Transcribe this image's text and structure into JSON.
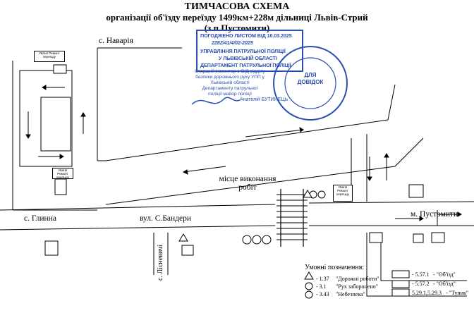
{
  "title": "ТИМЧАСОВА СХЕМА",
  "subtitle": "організації об'їзду переїзду 1499км+228м дільниці Львів-Стрий",
  "subtitle2": "(з.п.Пустомити)",
  "places": {
    "navariia": "с. Наварія",
    "hlynna": "с. Глинна",
    "bandery": "вул. С.Бандери",
    "pustomyty": "м. Пустомити",
    "lisnevychi": "с. Лісневичі"
  },
  "work_site": {
    "line1": "місце виконання",
    "line2": "робіт"
  },
  "approval_stamp": {
    "line1": "ПОГОДЖЕНО ЛИСТОМ ВІД 10.03.2025",
    "line2": "2282/41/4/02-2025",
    "line3": "УПРАВЛІННЯ ПАТРУЛЬНОЇ ПОЛІЦІЇ",
    "line4": "У ЛЬВІВСЬКІЙ ОБЛАСТІ",
    "line5": "ДЕПАРТАМЕНТ ПАТРУЛЬНОЇ ПОЛІЦІЇ"
  },
  "signer": {
    "text": "Старший інспектор з О/Д відділу безпеки дорожнього руху УПП у Львівській області Департаменту патрульної поліції майор поліції",
    "name": "Анатолій БУТИНЕЦЬ"
  },
  "round_stamp": {
    "center1": "ДЛЯ",
    "center2": "ДОВІДОК"
  },
  "sign_notes": {
    "left_top": "Увага! Ремонт переїзду",
    "left_mid": "Увага! Ремонт переїзду",
    "right": "Увага! Ремонт переїзду"
  },
  "legend": {
    "title": "Умовні позначення:",
    "items": [
      {
        "code": "- 1.37",
        "label": "\"Дорожні роботи\""
      },
      {
        "code": "- 3.1",
        "label": "\"Рух заборонено\""
      },
      {
        "code": "- 3.43",
        "label": "\"Небезпека\""
      },
      {
        "code": "- 5.57.1",
        "label": "- \"Об'їзд\""
      },
      {
        "code": "- 5.57.2",
        "label": "- \"Об'їзд\""
      },
      {
        "code": "5.29.1,5.29.3",
        "label": "- \"Тупик\""
      }
    ]
  },
  "colors": {
    "stamp_blue": "#2a4fb0",
    "line": "#000000"
  }
}
